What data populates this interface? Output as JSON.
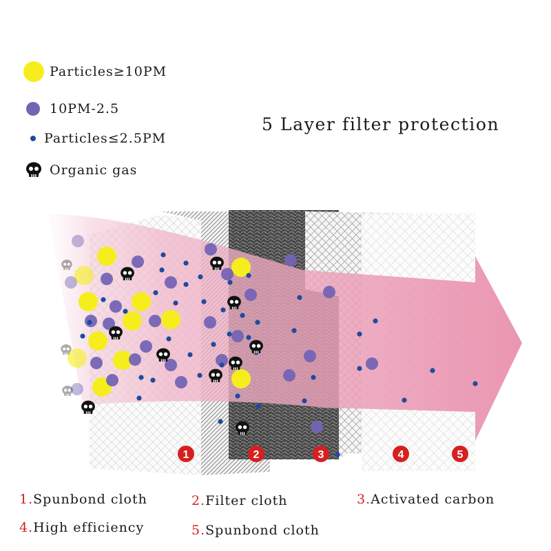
{
  "legend": [
    {
      "icon": "yellow-dot-icon",
      "label": "Particles≥10PM"
    },
    {
      "icon": "purple-dot-icon",
      "label": "10PM-2.5"
    },
    {
      "icon": "blue-dot-icon",
      "label": "Particles≤2.5PM"
    },
    {
      "icon": "skull-icon",
      "label": "Organic gas"
    }
  ],
  "title": "5 Layer filter protection",
  "layer_badges": [
    "1",
    "2",
    "3",
    "4",
    "5"
  ],
  "captions": [
    {
      "num": "1.",
      "label": "Spunbond cloth"
    },
    {
      "num": "2.",
      "label": "Filter cloth"
    },
    {
      "num": "3.",
      "label": "Activated carbon"
    },
    {
      "num": "4.",
      "label": "High efficiency"
    },
    {
      "num": "5.",
      "label": "Spunbond cloth"
    }
  ],
  "colors": {
    "large_particle": "#f5ee1c",
    "medium_particle": "#7464b4",
    "small_particle": "#1e4aa0",
    "arrow": "#e88aa8",
    "badge": "#d62020"
  }
}
